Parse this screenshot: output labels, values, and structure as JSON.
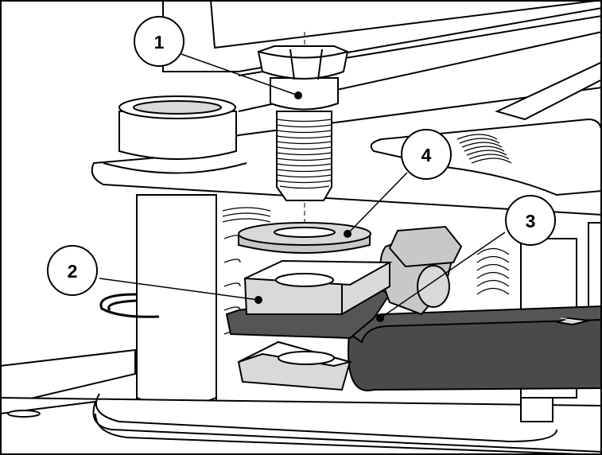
{
  "colors": {
    "frame": "#000000",
    "background": "#ffffff",
    "metal_light": "#d9d9d9",
    "metal_mid": "#c8c8c8",
    "part_dark": "#555555",
    "part_darker": "#4a4a4a"
  },
  "callouts": [
    {
      "id": "1",
      "label": "1",
      "part": "bolt"
    },
    {
      "id": "2",
      "label": "2",
      "part": "upper-block"
    },
    {
      "id": "3",
      "label": "3",
      "part": "link-arm"
    },
    {
      "id": "4",
      "label": "4",
      "part": "washer"
    }
  ]
}
